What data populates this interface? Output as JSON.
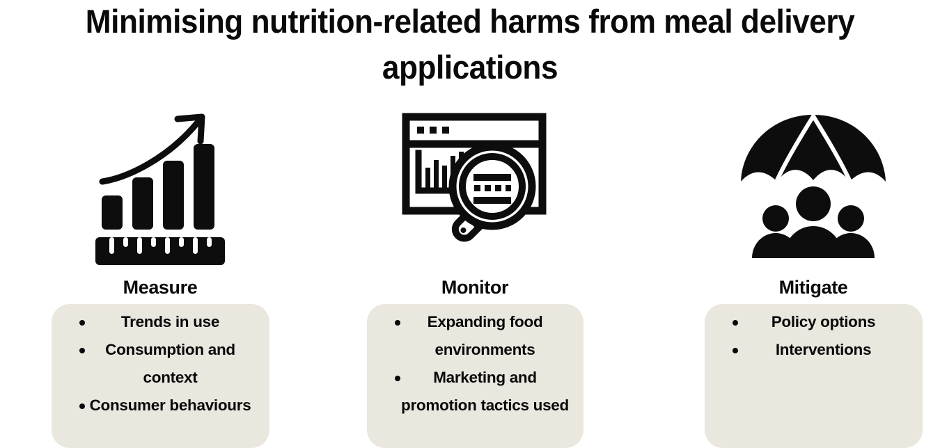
{
  "title": "Minimising nutrition-related harms from meal delivery applications",
  "colors": {
    "background": "#ffffff",
    "card_background": "#eae7df",
    "text": "#0a0a0a",
    "icon": "#0d0d0d"
  },
  "columns": [
    {
      "id": "measure",
      "icon_name": "growth-chart-ruler-icon",
      "heading": "Measure",
      "bullets": [
        "Trends in use",
        "Consumption and context",
        "Consumer behaviours"
      ]
    },
    {
      "id": "monitor",
      "icon_name": "browser-analytics-magnifier-icon",
      "heading": "Monitor",
      "bullets": [
        "Expanding food environments",
        "Marketing and promotion tactics used"
      ]
    },
    {
      "id": "mitigate",
      "icon_name": "umbrella-people-protection-icon",
      "heading": "Mitigate",
      "bullets": [
        "Policy options",
        "Interventions"
      ]
    }
  ]
}
